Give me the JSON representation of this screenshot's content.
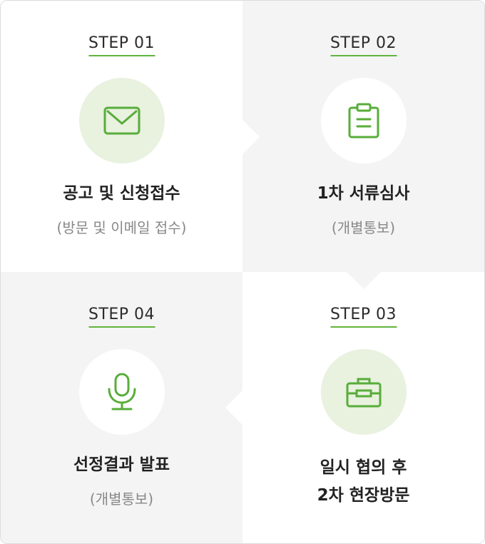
{
  "colors": {
    "accent": "#62b33e",
    "icon_green": "#58ad3a",
    "panel_grey": "#f4f4f4",
    "circle_green": "#e9f1df"
  },
  "steps": [
    {
      "label": "STEP 01",
      "icon": "envelope-icon",
      "title": "공고 및 신청접수",
      "subtitle": "(방문 및 이메일 접수)"
    },
    {
      "label": "STEP 02",
      "icon": "clipboard-icon",
      "title": "1차 서류심사",
      "subtitle": "(개별통보)"
    },
    {
      "label": "STEP 03",
      "icon": "briefcase-icon",
      "title_line1": "일시 협의 후",
      "title_line2": "2차 현장방문"
    },
    {
      "label": "STEP 04",
      "icon": "microphone-icon",
      "title": "선정결과 발표",
      "subtitle": "(개별통보)"
    }
  ]
}
